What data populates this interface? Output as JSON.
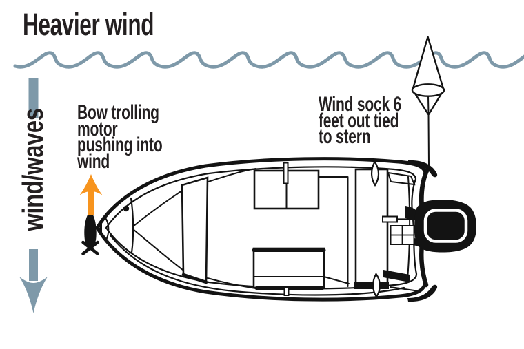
{
  "colors": {
    "slate": "#7E99A9",
    "orange": "#F7941E",
    "ink": "#231F20",
    "line": "#131313",
    "bg": "#FFFFFF"
  },
  "title": "Heavier wind",
  "wind_waves_label": "wind/waves",
  "annotations": {
    "bow_motor": {
      "lines": [
        "Bow trolling",
        "motor",
        "pushing into",
        "wind"
      ]
    },
    "wind_sock": {
      "lines": [
        "Wind sock 6",
        "feet out tied",
        "to stern"
      ]
    }
  },
  "icons": {
    "wave": "water-wave-line",
    "wind_arrow": "downward-wind-waves-arrow",
    "thrust_arrow": "upward-orange-thrust-arrow",
    "wind_sock": "cone-wind-sock-on-tether",
    "boat": "fishing-boat-top-view",
    "outboard": "outboard-motor",
    "trolling_motor": "bow-trolling-motor"
  }
}
